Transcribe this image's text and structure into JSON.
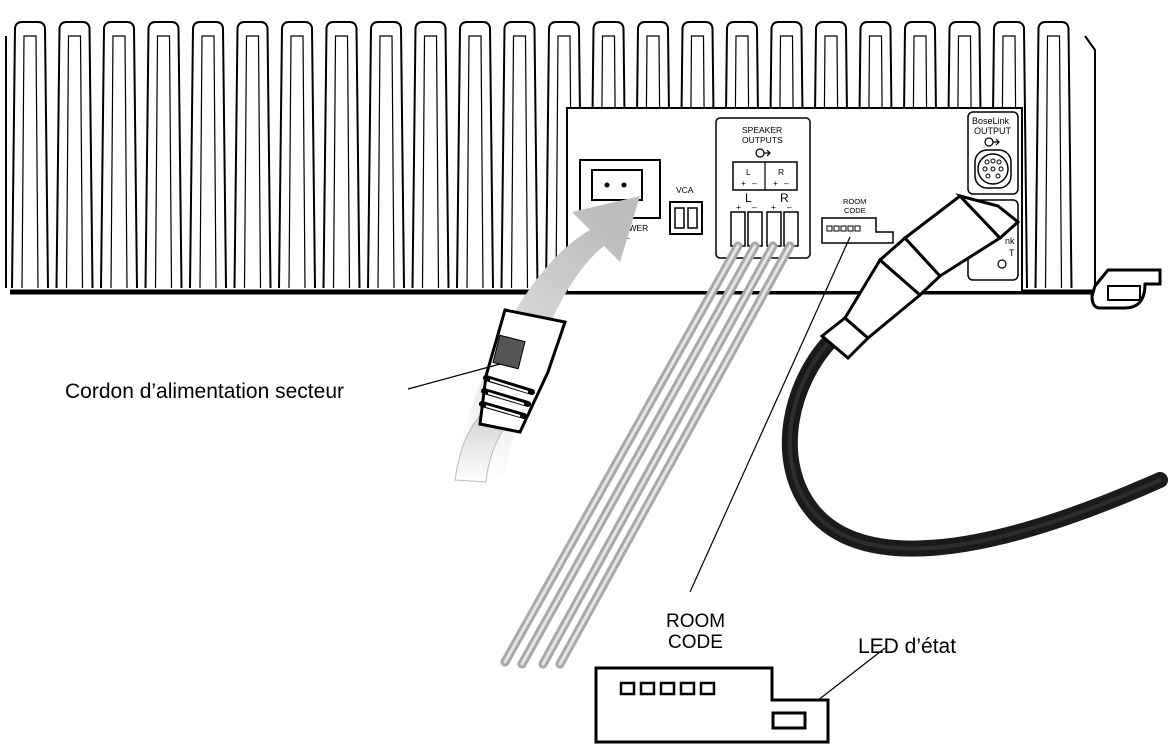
{
  "callouts": {
    "power_cord": "Cordon d’alimentation secteur",
    "status_led": "LED d’état"
  },
  "panel": {
    "speaker_outputs": [
      "SPEAKER",
      "OUTPUTS"
    ],
    "vca": "VCA",
    "ac_power": "AC POWER",
    "channel_left": "L",
    "channel_right": "R",
    "plus": "+",
    "minus": "–",
    "room_code": [
      "ROOM",
      "CODE"
    ],
    "boselink_output": [
      "BoseLink",
      "OUTPUT"
    ],
    "boselink_input_partial": [
      "nk",
      "T"
    ]
  },
  "detail": {
    "room_code": [
      "ROOM",
      "CODE"
    ]
  },
  "colors": {
    "line": "#000000",
    "background": "#ffffff",
    "wire_gray": "#a9a9a9",
    "wire_light": "#e3e3e3",
    "cable_dark": "#1a1a1a",
    "arrow_gray": "#cfcfcf"
  }
}
